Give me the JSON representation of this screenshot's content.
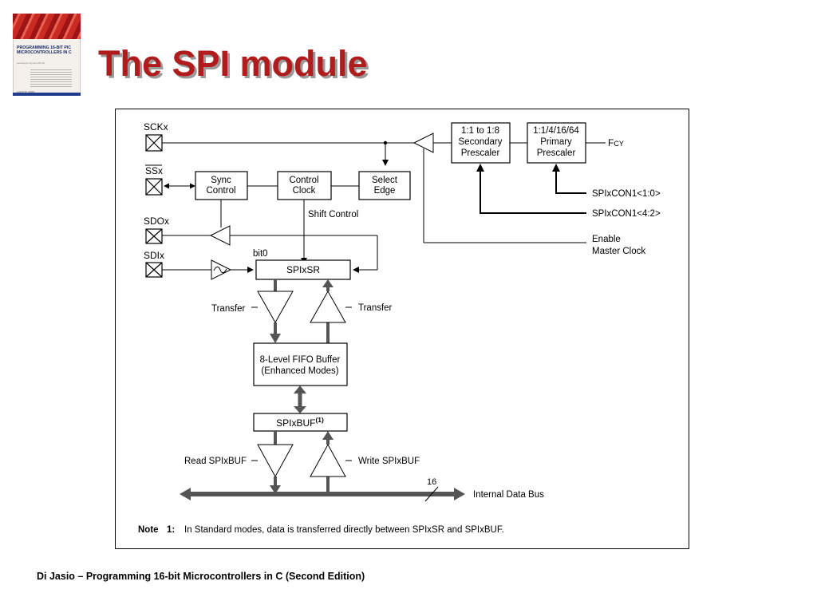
{
  "slide": {
    "title": "The SPI module",
    "footer": "Di Jasio – Programming 16-bit Microcontrollers in C (Second Edition)"
  },
  "book_cover": {
    "title_lines": [
      "PROGRAMMING 16-BIT PIC",
      "MICROCONTROLLERS IN C"
    ],
    "subtitle": "Learning to Fly the PIC 24",
    "author": "LUCIO DI JASIO"
  },
  "diagram": {
    "pins": {
      "sck": "SCKx",
      "ss": "SSx",
      "sdo": "SDOx",
      "sdi": "SDIx"
    },
    "blocks": {
      "sync_control": [
        "Sync",
        "Control"
      ],
      "control_clock": [
        "Control",
        "Clock"
      ],
      "select_edge": [
        "Select",
        "Edge"
      ],
      "secondary_prescaler": [
        "1:1 to 1:8",
        "Secondary",
        "Prescaler"
      ],
      "primary_prescaler": [
        "1:1/4/16/64",
        "Primary",
        "Prescaler"
      ],
      "shift_register": "SPIxSR",
      "fifo": [
        "8-Level FIFO Buffer",
        "(Enhanced Modes)"
      ],
      "buffer": "SPIxBUF",
      "buffer_note_mark": "(1)"
    },
    "labels": {
      "fcy_main": "F",
      "fcy_sub": "CY",
      "spixcon1_low": "SPIxCON1<1:0>",
      "spixcon1_high": "SPIxCON1<4:2>",
      "enable_master_clock": [
        "Enable",
        "Master Clock"
      ],
      "shift_control": "Shift Control",
      "bit0": "bit0",
      "transfer_down": "Transfer",
      "transfer_up": "Transfer",
      "read_buf": "Read SPIxBUF",
      "write_buf": "Write SPIxBUF",
      "bus_width": "16",
      "internal_bus": "Internal Data Bus"
    },
    "note": {
      "label": "Note",
      "number": "1:",
      "text": "In Standard modes, data is transferred directly between SPIxSR and SPIxBUF."
    }
  }
}
